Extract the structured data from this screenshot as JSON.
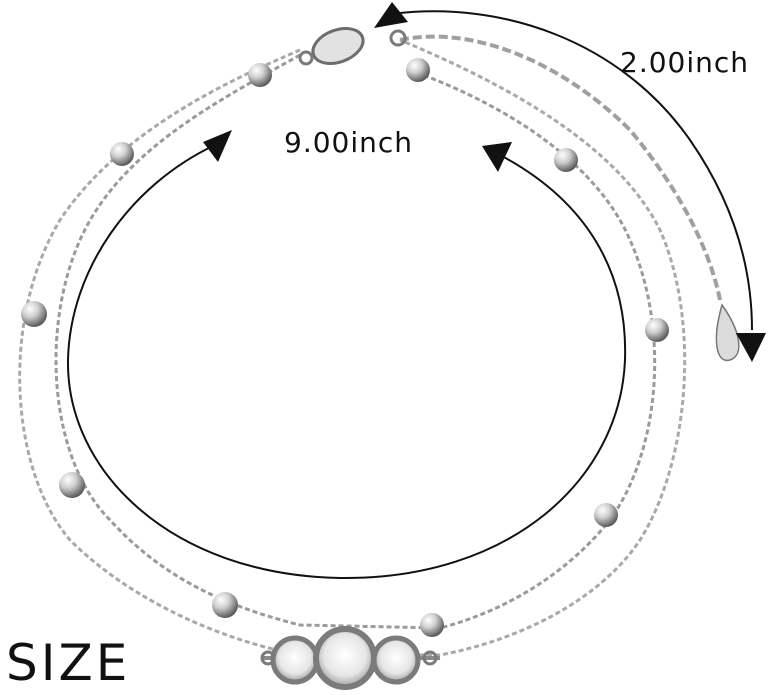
{
  "measurements": {
    "bracelet_length": "9.00inch",
    "extender_length": "2.00inch"
  },
  "size_label": "SIZE",
  "colors": {
    "background": "#ffffff",
    "silver": "#b8b8b8",
    "silver_dark": "#6f6f6f",
    "arrow": "#111111"
  }
}
